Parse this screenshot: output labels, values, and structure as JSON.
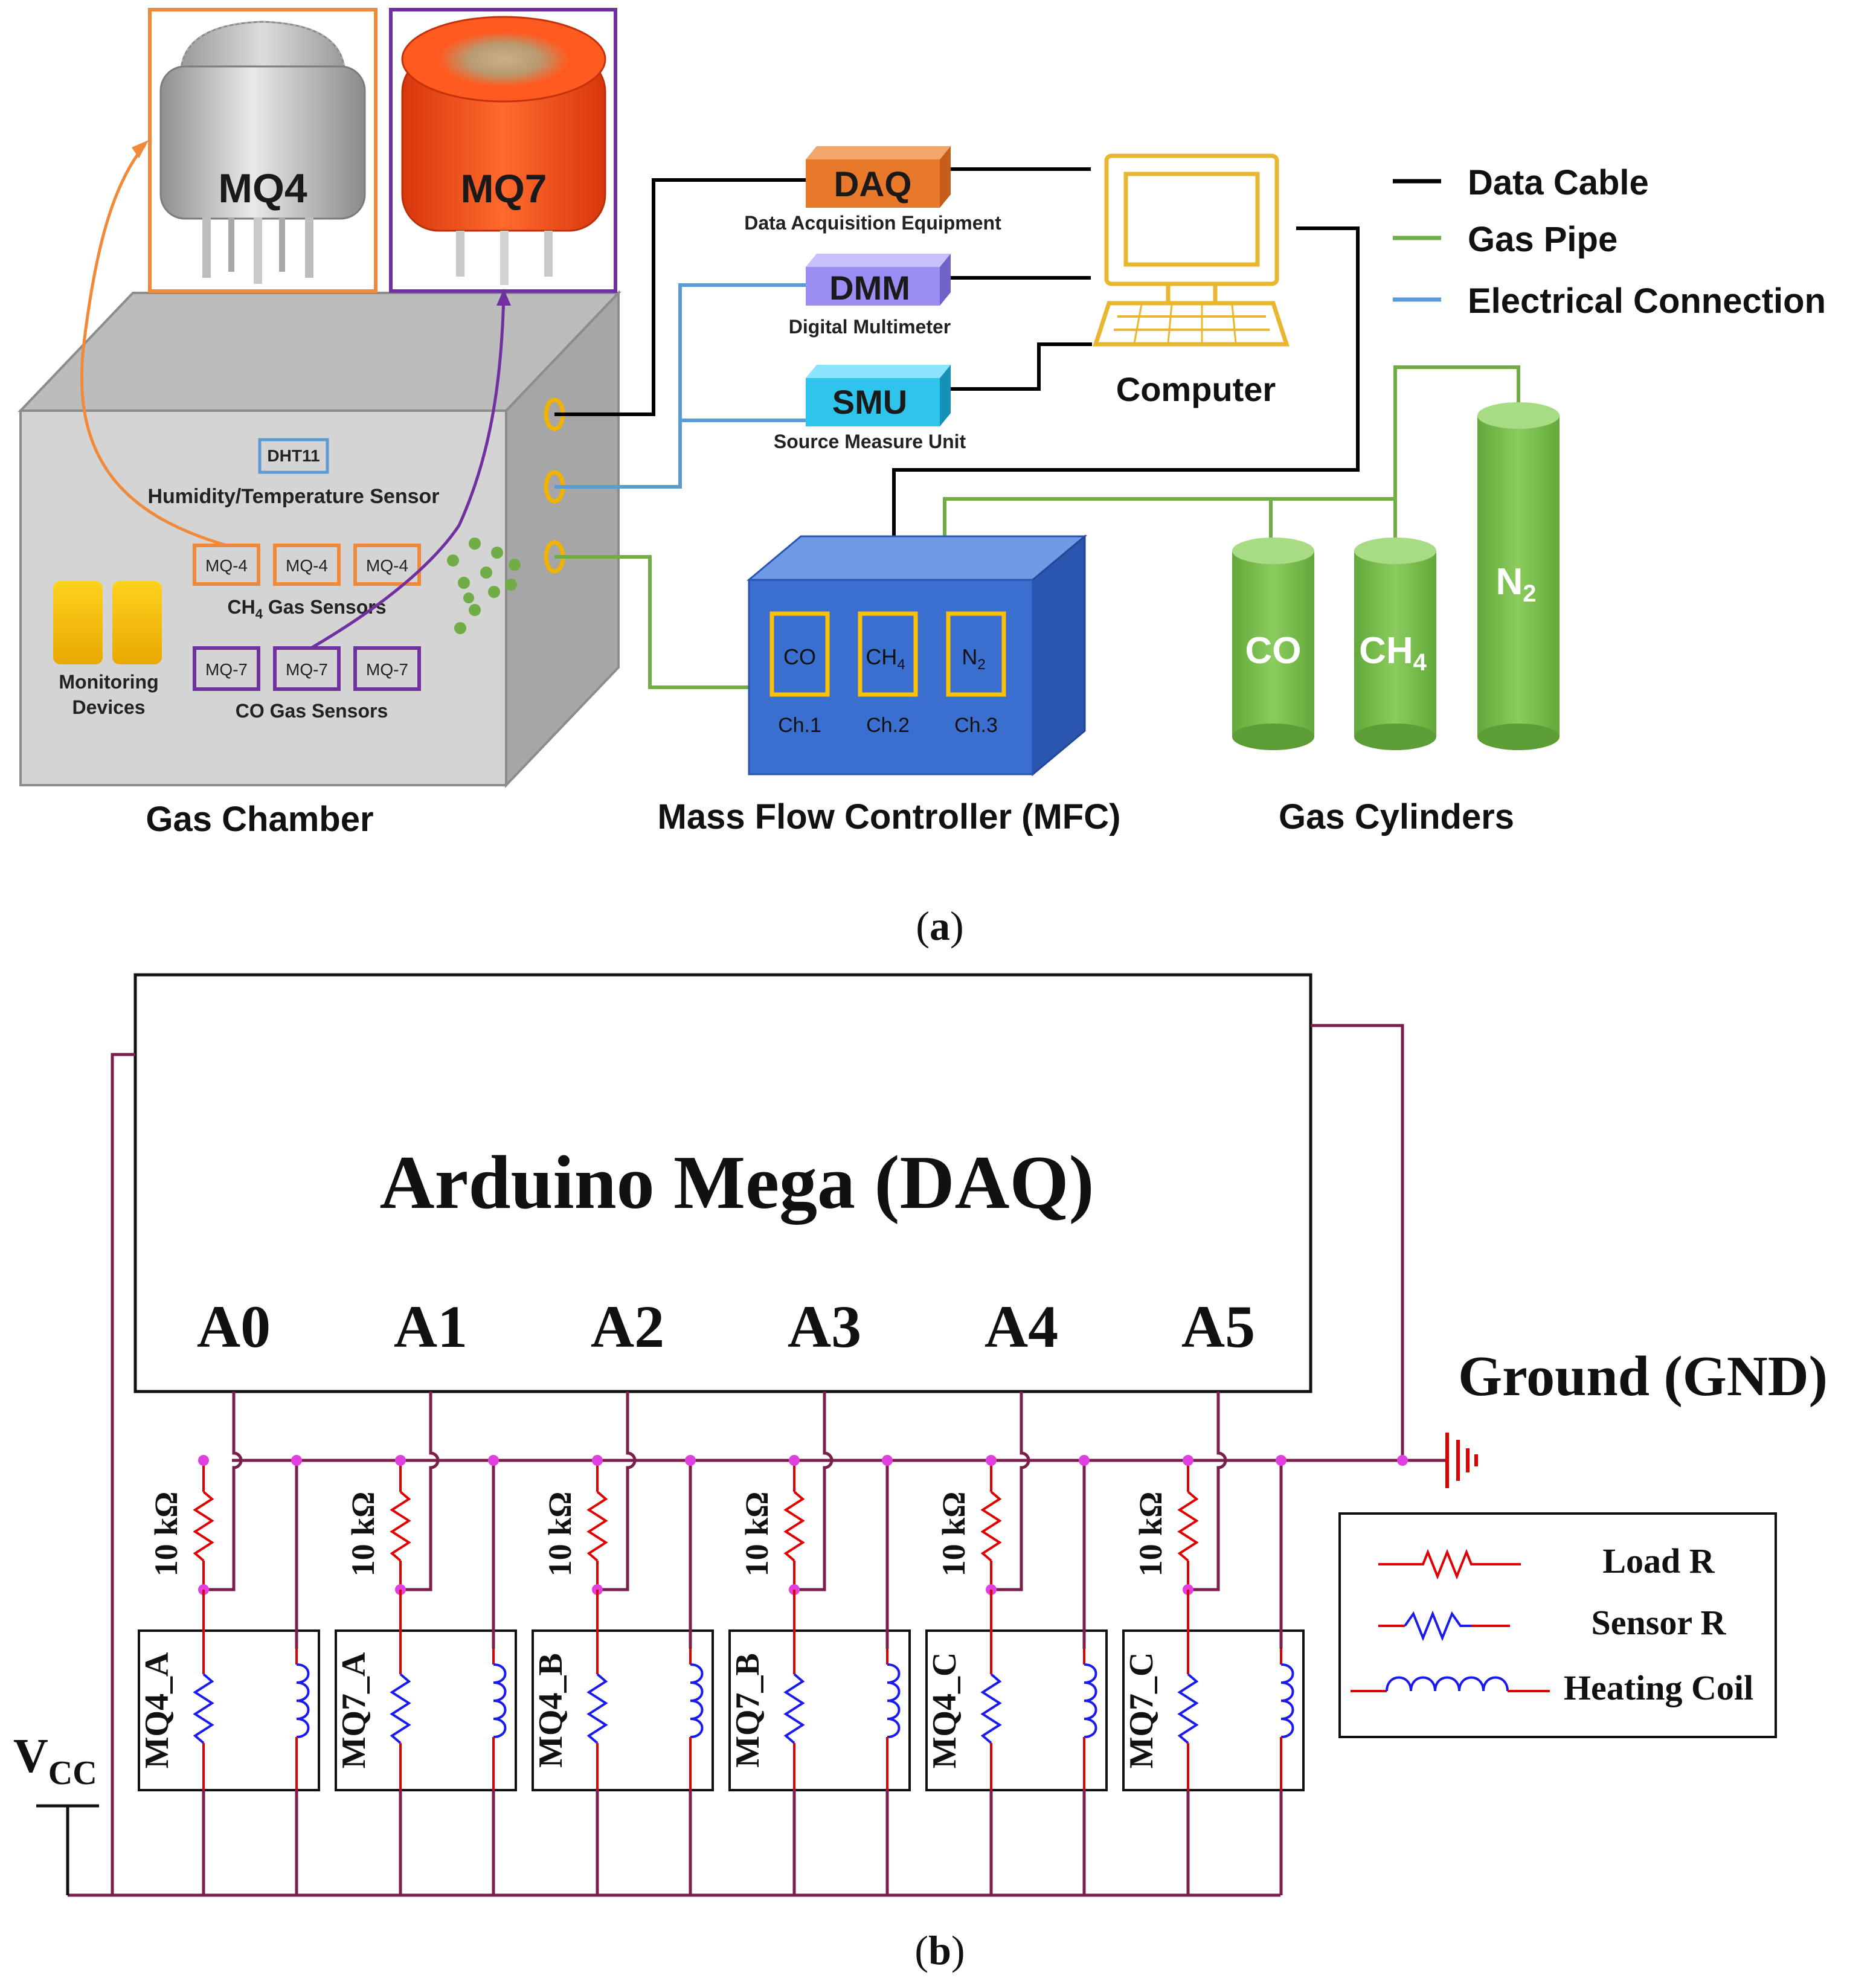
{
  "panel_a": {
    "caption_open": "(",
    "caption_letter": "a",
    "caption_close": ")",
    "sensor_photos": {
      "mq4": "MQ4",
      "mq7": "MQ7"
    },
    "chamber": {
      "title": "Gas Chamber",
      "dht_label": "DHT11",
      "dht_caption": "Humidity/Temperature  Sensor",
      "ch4_sensor_label": "MQ-4",
      "ch4_caption_pre": "CH",
      "ch4_caption_sub": "4",
      "ch4_caption_post": " Gas  Sensors",
      "co_sensor_label": "MQ-7",
      "co_caption": "CO  Gas  Sensors",
      "monitoring_line1": "Monitoring",
      "monitoring_line2": "Devices"
    },
    "instruments": {
      "daq": "DAQ",
      "daq_caption": "Data Acquisition  Equipment",
      "dmm": "DMM",
      "dmm_caption": "Digital Multimeter",
      "smu": "SMU",
      "smu_caption": "Source  Measure Unit",
      "computer_caption": "Computer"
    },
    "mfc": {
      "title": "Mass Flow Controller (MFC)",
      "ch1_gas": "CO",
      "ch2_gas": "CH",
      "ch2_sub": "4",
      "ch3_gas": "N",
      "ch3_sub": "2",
      "ch1_label": "Ch.1",
      "ch2_label": "Ch.2",
      "ch3_label": "Ch.3"
    },
    "cylinders": {
      "title": "Gas Cylinders",
      "co": "CO",
      "ch4": "CH",
      "ch4_sub": "4",
      "n2": "N",
      "n2_sub": "2"
    },
    "legend": {
      "data_cable": "Data Cable",
      "gas_pipe": "Gas Pipe",
      "electrical": "Electrical Connection"
    }
  },
  "panel_b": {
    "caption_open": "(",
    "caption_letter": "b",
    "caption_close": ")",
    "board_title": "Arduino Mega (DAQ)",
    "pins": [
      "A0",
      "A1",
      "A2",
      "A3",
      "A4",
      "A5"
    ],
    "sensors": [
      "MQ4_A",
      "MQ7_A",
      "MQ4_B",
      "MQ7_B",
      "MQ4_C",
      "MQ7_C"
    ],
    "load_value": "10 kΩ",
    "ground_label": "Ground (GND)",
    "vcc_main": "V",
    "vcc_sub": "CC",
    "legend": {
      "load": "Load R",
      "sensor": "Sensor R",
      "coil": "Heating Coil"
    }
  },
  "colors": {
    "data_cable": "#000000",
    "gas_pipe": "#70ad47",
    "electrical": "#5b9bd5",
    "wire": "#7b1f4a",
    "node": "#e040e0",
    "load_resistor": "#e00000",
    "sensor_resistor": "#1a1aee",
    "mq4_frame": "#f08a3a",
    "mq7_frame": "#7030a0",
    "daq": "#e8782a",
    "dmm": "#9a8ef2",
    "smu": "#2ec4ec",
    "mfc": "#3a6fd0",
    "computer": "#e8b630"
  }
}
